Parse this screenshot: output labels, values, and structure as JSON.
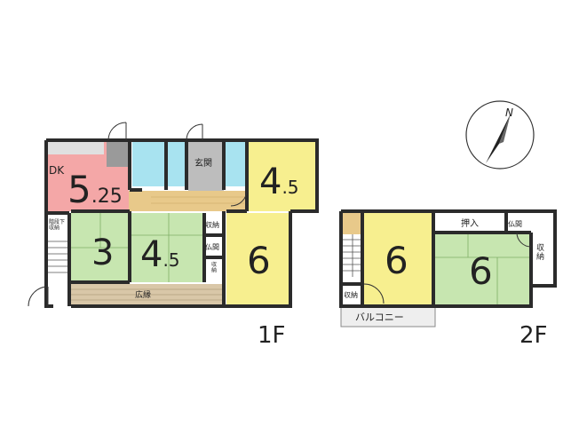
{
  "compass": {
    "label": "N",
    "icon": "north-arrow-icon"
  },
  "floor1": {
    "label": "1F",
    "rooms": {
      "dk_label": "DK",
      "dk_size_main": "5",
      "dk_size_frac": ".25",
      "washitsu3": "3",
      "washitsu45_main": "4",
      "washitsu45_frac": ".5",
      "room6": "6",
      "room45_main": "4",
      "room45_frac": ".5",
      "genkan": "玄関",
      "engawa": "広縁",
      "storage": "収納",
      "butsuma": "仏間",
      "under_stairs": "階段下\n収納",
      "closet_small": "収\n納"
    }
  },
  "floor2": {
    "label": "2F",
    "rooms": {
      "room6_yellow": "6",
      "room6_green": "6",
      "oshiire": "押入",
      "butsuma": "仏間",
      "storage_right": "収\n納",
      "storage_left": "収納",
      "balcony": "バルコニー"
    }
  },
  "colors": {
    "wall": "#2b2b2b",
    "dk": "#f4a7a7",
    "tatami": "#c7e6b0",
    "yellow": "#f7ef8f",
    "wet": "#a8e3f0",
    "gray": "#bdbdbd",
    "wood": "#e8c98a",
    "engawa": "#d9c7a8"
  }
}
